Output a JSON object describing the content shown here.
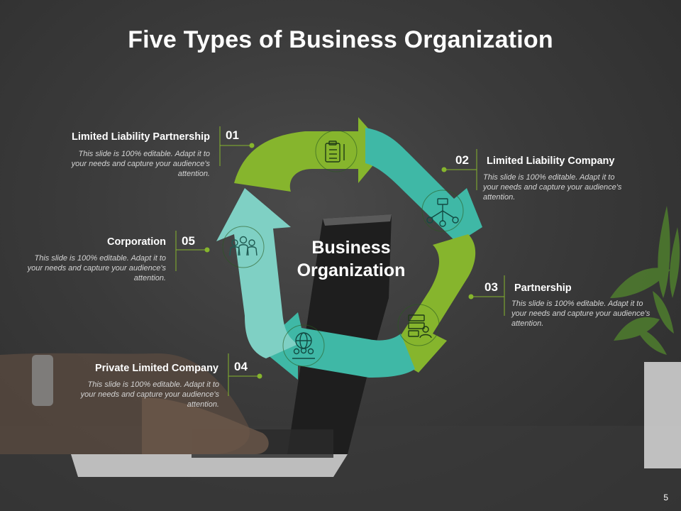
{
  "slide": {
    "title": "Five Types of Business Organization",
    "page_number": "5"
  },
  "center": {
    "line1": "Business",
    "line2": "Organization"
  },
  "items": [
    {
      "number": "01",
      "title": "Limited Liability Partnership",
      "description": "This slide is 100% editable. Adapt it to your needs and capture your audience's attention.",
      "icon": "clipboard-checklist-icon",
      "color": "#86b52d"
    },
    {
      "number": "02",
      "title": "Limited Liability Company",
      "description": "This slide is 100% editable. Adapt it to your needs and capture your audience's attention.",
      "icon": "team-network-icon",
      "color": "#3fb8a6"
    },
    {
      "number": "03",
      "title": "Partnership",
      "description": "This slide is 100% editable. Adapt it to your needs and capture your audience's attention.",
      "icon": "checklist-person-icon",
      "color": "#86b52d"
    },
    {
      "number": "04",
      "title": "Private Limited Company",
      "description": "This slide is 100% editable. Adapt it to your needs and capture your audience's attention.",
      "icon": "globe-people-icon",
      "color": "#3fb8a6"
    },
    {
      "number": "05",
      "title": "Corporation",
      "description": "This slide is 100% editable. Adapt it to your needs and capture your audience's attention.",
      "icon": "group-people-icon",
      "color": "#7fd0c4"
    }
  ],
  "colors": {
    "green": "#86b52d",
    "teal": "#3fb8a6",
    "light_teal": "#7fd0c4",
    "connector": "#86b52d"
  }
}
